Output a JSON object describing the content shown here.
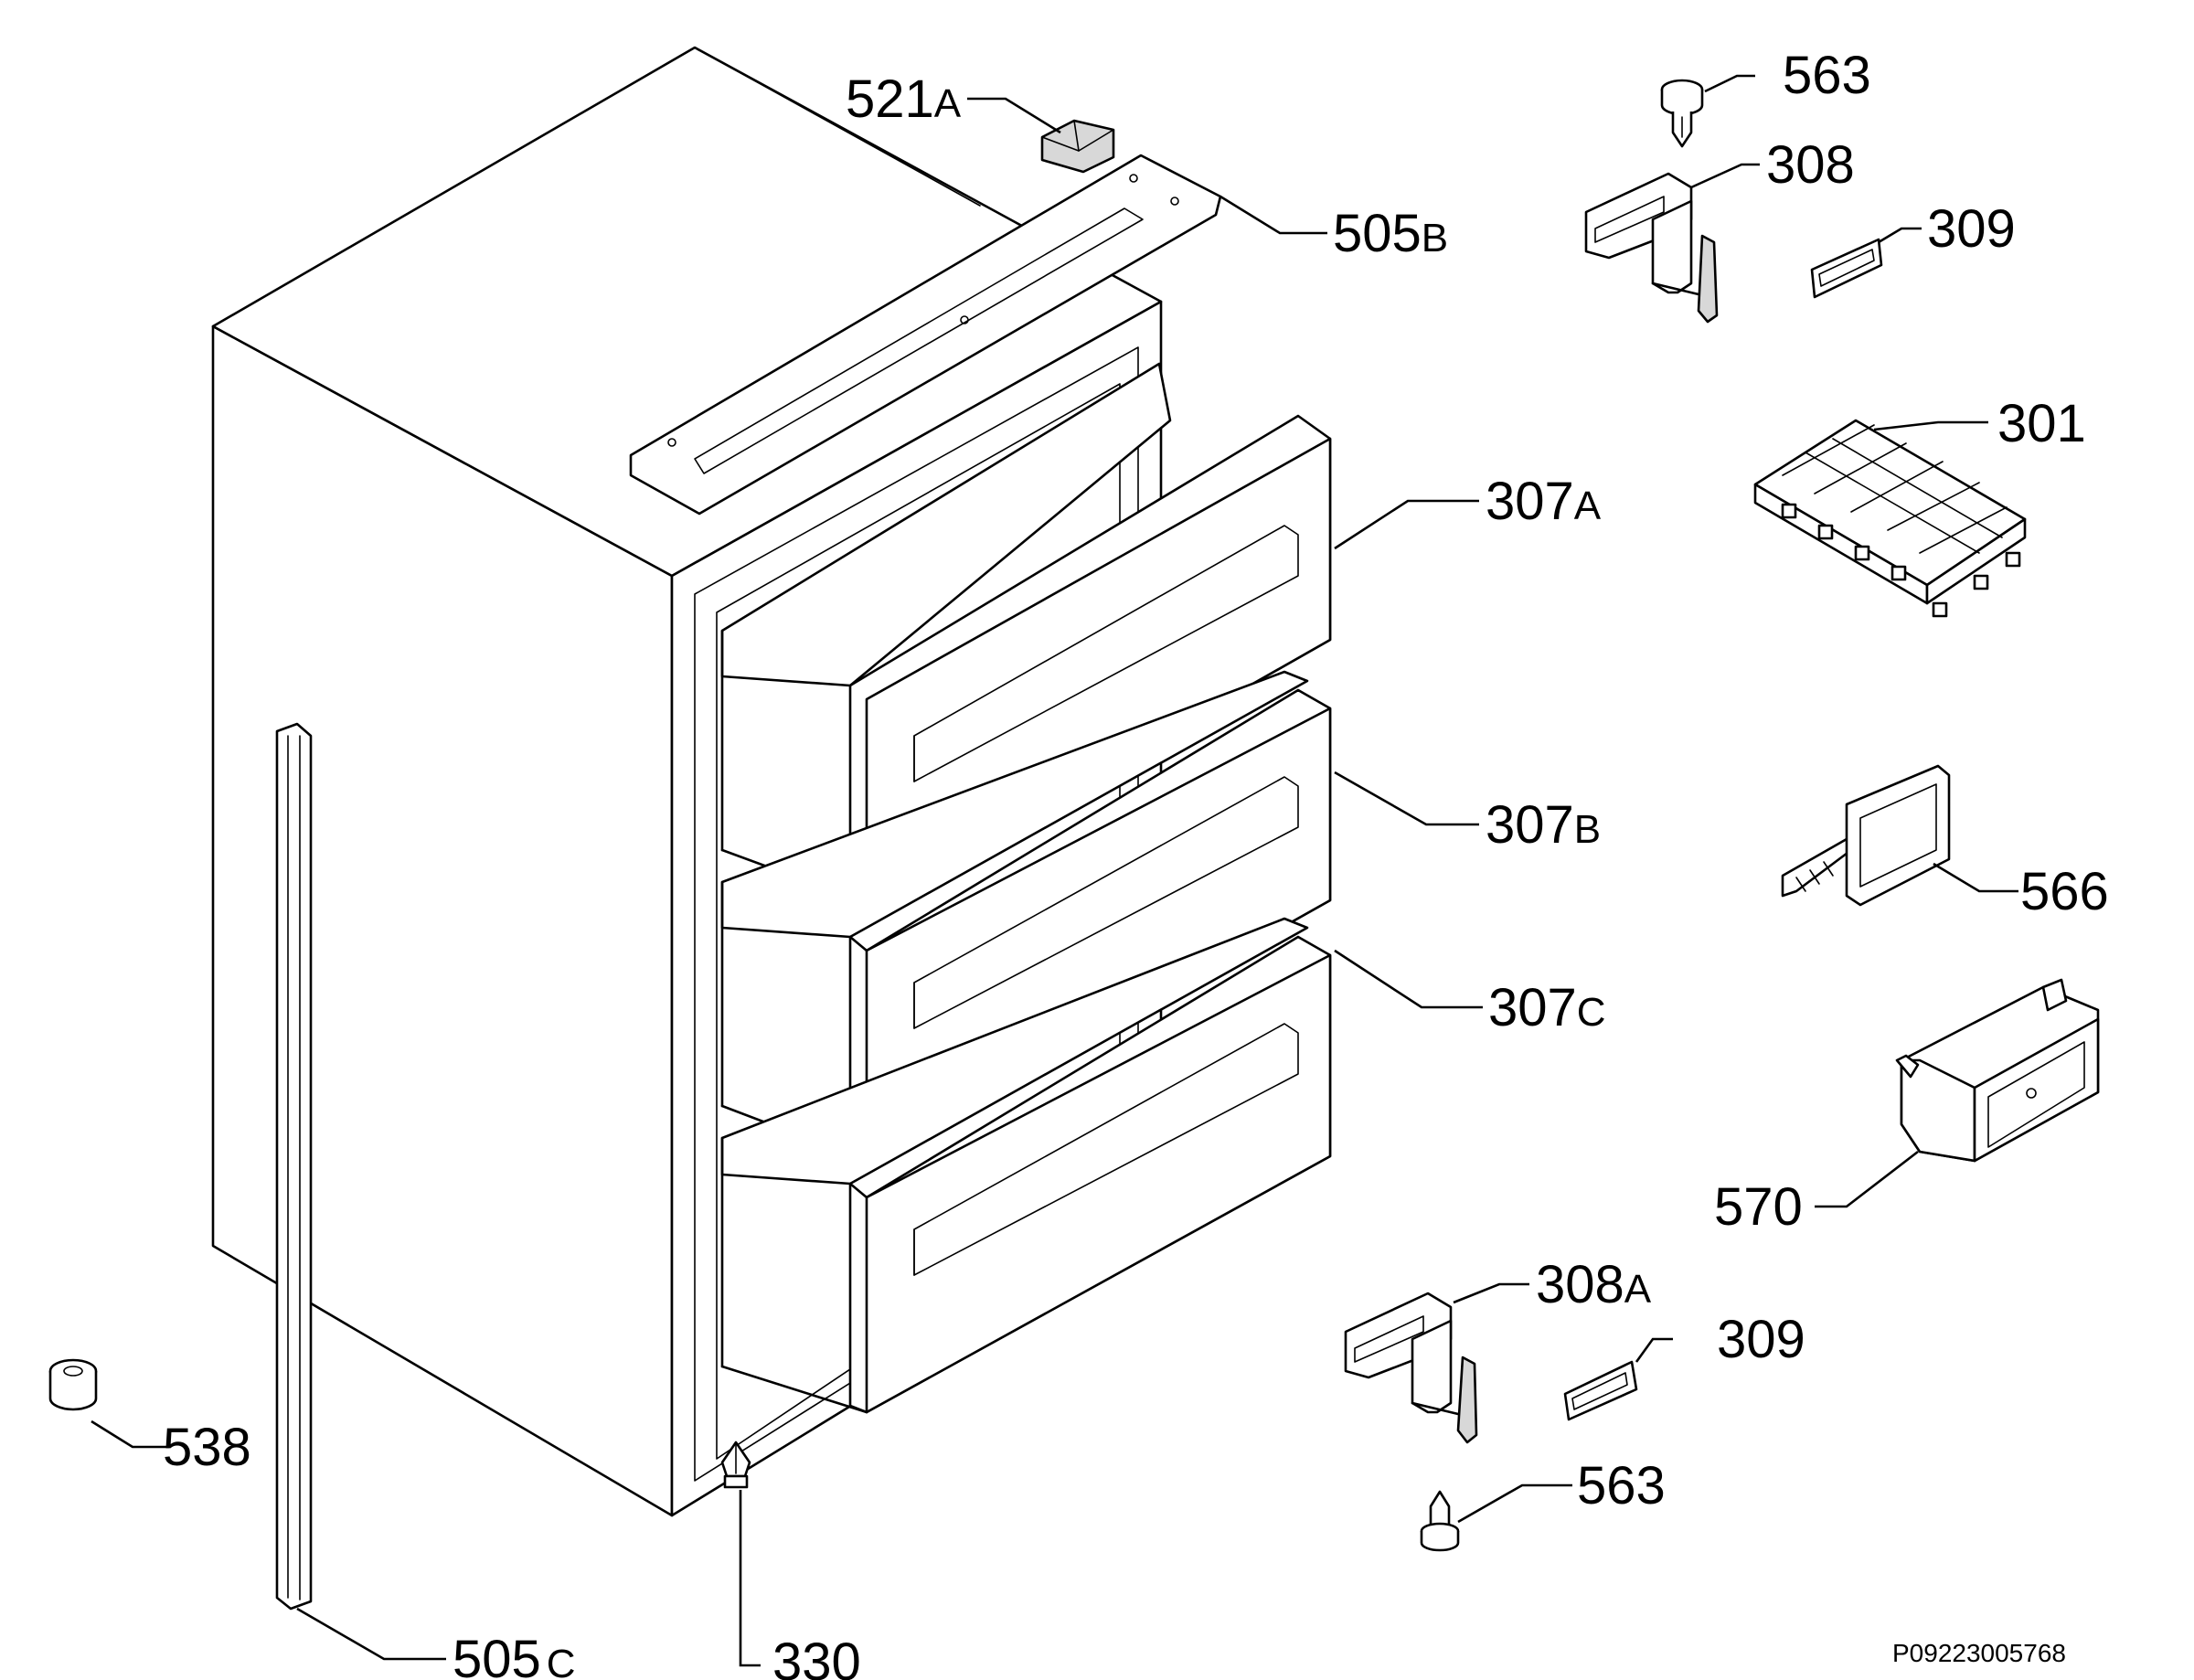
{
  "labels": {
    "l521a": {
      "num": "521",
      "suffix": "A"
    },
    "l505b": {
      "num": "505",
      "suffix": "B"
    },
    "l563_top": {
      "num": "563",
      "suffix": ""
    },
    "l308": {
      "num": "308",
      "suffix": ""
    },
    "l309_top": {
      "num": "309",
      "suffix": ""
    },
    "l301": {
      "num": "301",
      "suffix": ""
    },
    "l307a": {
      "num": "307",
      "suffix": "A"
    },
    "l307b": {
      "num": "307",
      "suffix": "B"
    },
    "l307c": {
      "num": "307",
      "suffix": "C"
    },
    "l566": {
      "num": "566",
      "suffix": ""
    },
    "l570": {
      "num": "570",
      "suffix": ""
    },
    "l308a": {
      "num": "308",
      "suffix": "A"
    },
    "l309_bot": {
      "num": "309",
      "suffix": ""
    },
    "l563_bot": {
      "num": "563",
      "suffix": ""
    },
    "l538": {
      "num": "538",
      "suffix": ""
    },
    "l505c": {
      "num": "505",
      "suffix": "C"
    },
    "l330": {
      "num": "330",
      "suffix": ""
    }
  },
  "reference_code": "P09223005768"
}
